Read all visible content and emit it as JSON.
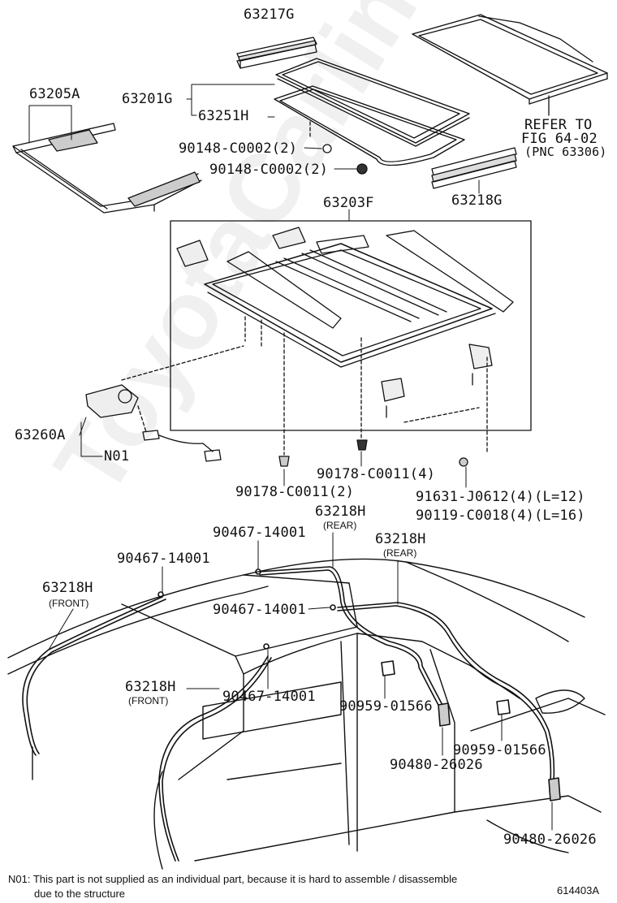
{
  "labels": {
    "p63217G": "63217G",
    "p63205A": "63205A",
    "p63201G": "63201G",
    "p63251H": "63251H",
    "p90148a": "90148-C0002(2)",
    "p90148b": "90148-C0002(2)",
    "refer1": "REFER TO",
    "refer2": "FIG 64-02",
    "refer3": "(PNC 63306)",
    "p63218G": "63218G",
    "p63203F": "63203F",
    "p63260A": "63260A",
    "n01": "N01",
    "p90178a": "90178-C0011(4)",
    "p90178b": "90178-C0011(2)",
    "p91631": "91631-J0612(4)(L=12)",
    "p90119": "90119-C0018(4)(L=16)",
    "p63218H_rear1": "63218H",
    "rear1": "(REAR)",
    "p90467a": "90467-14001",
    "p90467b": "90467-14001",
    "p63218H_rear2": "63218H",
    "rear2": "(REAR)",
    "p63218H_front1": "63218H",
    "front1": "(FRONT)",
    "p90467c": "90467-14001",
    "p63218H_front2": "63218H",
    "front2": "(FRONT)",
    "p90467d": "90467-14001",
    "p90959a": "90959-01566",
    "p90959b": "90959-01566",
    "p90480a": "90480-26026",
    "p90480b": "90480-26026"
  },
  "footnote": {
    "line1": "N01: This part is not supplied as an individual part, because it is hard to assemble / disassemble",
    "line2": "due to the structure"
  },
  "figure_code": "614403A",
  "watermark": "ToyotaCarline.ru"
}
